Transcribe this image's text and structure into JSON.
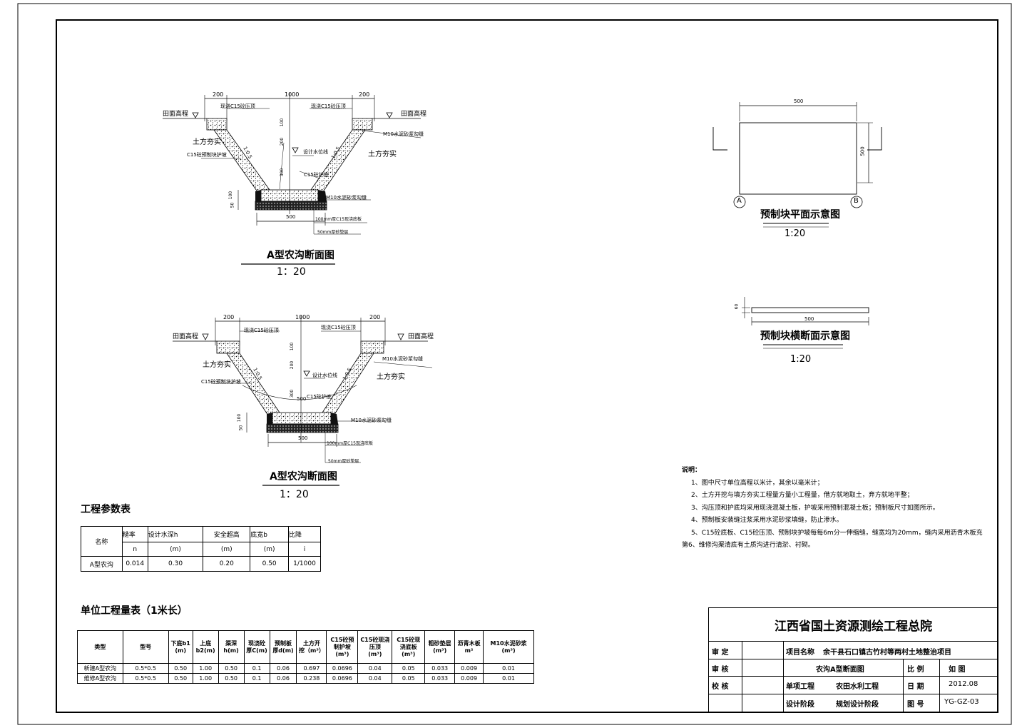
{
  "section_a": {
    "title": "A型农沟断面图",
    "scale": "1：20",
    "dims": {
      "top_width": "1000",
      "berm": "200",
      "bottom": "500",
      "slope": "1:0.5",
      "depth_100": "100",
      "depth_200": "200",
      "depth_300": "300",
      "d_100": "100",
      "d_50": "50"
    },
    "labels": {
      "ground_level": "田面高程",
      "compacted_soil": "土方夯实",
      "cap_cast": "现浇C15砼压顶",
      "precast_slab": "C15砼预制块护坡",
      "design_water_level": "设计水位线",
      "bottom_protection": "C15砼护底",
      "mortar_joint": "M10水泥砂浆勾缝",
      "cast_bottom": "100mm厚C15现浇底板",
      "gravel_layer": "50mm厚砂垫层"
    }
  },
  "section_b": {
    "title": "A型农沟断面图",
    "scale": "1：20"
  },
  "precast_plan": {
    "title": "预制块平面示意图",
    "scale": "1:20",
    "dim_w": "500",
    "dim_h": "500",
    "marker_a": "A",
    "marker_b": "B"
  },
  "precast_section": {
    "title": "预制块横断面示意图",
    "scale": "1:20",
    "dim_w": "500",
    "dim_t": "60"
  },
  "notes": {
    "heading": "说明：",
    "items": [
      "1、图中尺寸单位高程以米计，其余以毫米计；",
      "2、土方开挖与填方夯实工程量方量小工程量，借方就地取土，弃方就地平整；",
      "3、沟压顶和护底均采用现浇混凝土板，护坡采用预制混凝土板；预制板尺寸如图所示。",
      "4、预制板安装缝注浆采用水泥砂浆填缝，防止渗水。",
      "5、C15砼底板、C15砼压顶、预制块护坡每每6m分一伸缩缝，缝宽均为20mm，缝内采用沥青木板充",
      "第6、维修沟渠清底有土质沟进行清淤、衬砌。"
    ]
  },
  "params_table": {
    "title": "工程参数表",
    "headers": [
      "名称",
      "糙率",
      "设计水深h",
      "安全超高",
      "底宽b",
      "比降"
    ],
    "units": [
      "n",
      "(m)",
      "(m)",
      "(m)",
      "i"
    ],
    "row": [
      "A型农沟",
      "0.014",
      "0.30",
      "0.20",
      "0.50",
      "1/1000"
    ]
  },
  "quantity_table": {
    "title": "单位工程量表（1米长）",
    "headers": [
      "类型",
      "型号",
      "下底b1\n(m)",
      "上底\nb2(m)",
      "渠深\nh(m)",
      "现浇砼\n厚C(m)",
      "预制板\n厚d(m)",
      "土方开\n挖（m³）",
      "C15砼预\n制护坡\n(m³)",
      "C15砼现浇\n压顶\n(m³)",
      "C15砼现\n浇底板\n(m³)",
      "粗砂垫层\n(m³)",
      "沥青木板\nm²",
      "M10水泥砂浆\n(m³)"
    ],
    "rows": [
      [
        "新建A型农沟",
        "0.5*0.5",
        "0.50",
        "1.00",
        "0.50",
        "0.1",
        "0.06",
        "0.697",
        "0.0696",
        "0.04",
        "0.05",
        "0.033",
        "0.009",
        "0.01"
      ],
      [
        "维修A型农沟",
        "0.5*0.5",
        "0.50",
        "1.00",
        "0.50",
        "0.1",
        "0.06",
        "0.238",
        "0.0696",
        "0.04",
        "0.05",
        "0.033",
        "0.009",
        "0.01"
      ]
    ]
  },
  "title_block": {
    "org": "江西省国土资源测绘工程总院",
    "rows": [
      {
        "role": "审 定",
        "k": "项目名称",
        "v": "余干县石口镇古竹村等两村土地整治项目"
      },
      {
        "role": "审 核",
        "k": "",
        "v": "农沟A型断面图",
        "k2": "比 例",
        "v2": "如 图"
      },
      {
        "role": "校 核",
        "k": "单项工程",
        "v": "农田水利工程",
        "k2": "日 期",
        "v2": "2012.08"
      },
      {
        "role": "",
        "k": "设计阶段",
        "v": "规划设计阶段",
        "k2": "图 号",
        "v2": "YG-GZ-03"
      }
    ]
  }
}
